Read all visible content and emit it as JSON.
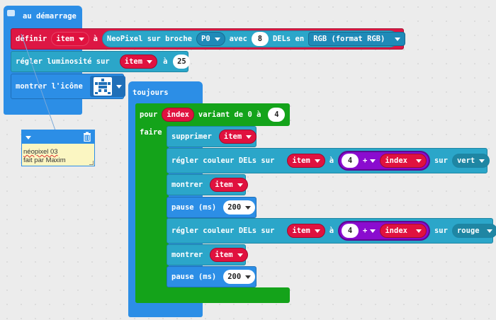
{
  "start_block": {
    "hat_label": "au démarrage",
    "set_block": {
      "label": "définir",
      "var": "item",
      "to": "à",
      "neopixel_label": "NeoPixel sur broche",
      "pin": "P0",
      "with_label": "avec",
      "count": "8",
      "leds_label": "DELs en",
      "mode": "RGB (format RGB)"
    },
    "brightness": {
      "label": "régler luminosité sur",
      "var": "item",
      "to": "à",
      "value": "25"
    },
    "show_icon": {
      "label": "montrer l'icône"
    }
  },
  "comment": {
    "line1": "néopixel 03",
    "line2": "fait par Maxim"
  },
  "forever": {
    "hat_label": "toujours",
    "loop": {
      "for_label": "pour",
      "var": "index",
      "range_label": "variant de 0 à",
      "max": "4",
      "do_label": "faire"
    },
    "statements": [
      {
        "label": "supprimer",
        "var": "item"
      },
      {
        "label": "régler couleur DELs sur",
        "var": "item",
        "to": "à",
        "num": "4",
        "op": "+",
        "index": "index",
        "on": "sur",
        "color": "vert"
      },
      {
        "label": "montrer",
        "var": "item"
      },
      {
        "label": "pause (ms)",
        "value": "200"
      },
      {
        "label": "régler couleur DELs sur",
        "var": "item",
        "to": "à",
        "num": "4",
        "op": "+",
        "index": "index",
        "on": "sur",
        "color": "rouge"
      },
      {
        "label": "montrer",
        "var": "item"
      },
      {
        "label": "pause (ms)",
        "value": "200"
      }
    ]
  },
  "colors": {
    "blue": "#2c8ee6",
    "red": "#dd1744",
    "teal": "#2ba6c9",
    "green": "#14a31a",
    "purple": "#8a0ccf"
  }
}
